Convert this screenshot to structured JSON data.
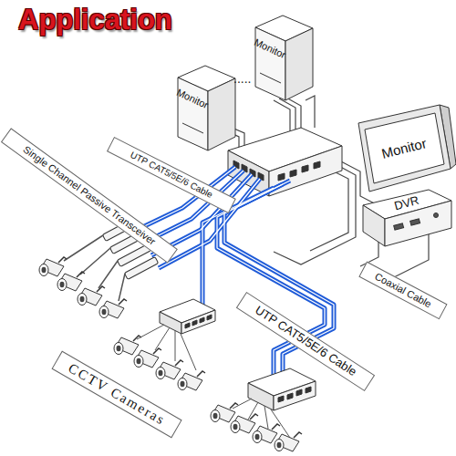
{
  "diagram": {
    "title": "Application",
    "nodes": [
      {
        "text": [
          "Monitor"
        ]
      },
      {
        "text": [
          "Monitor"
        ]
      },
      {
        "text": [
          "Monitor"
        ]
      },
      {
        "text": [
          "DVR"
        ]
      },
      {
        "text": [
          "UTP CAT5/5E/6 Cable"
        ]
      },
      {
        "text": [
          "Single Channel Passive Transceiver"
        ]
      },
      {
        "text": [
          "UTP CAT5/5E/6 Cable"
        ]
      },
      {
        "text": [
          "Coaxial Cable"
        ]
      },
      {
        "text": [
          "CCTV Cameras"
        ]
      }
    ],
    "labels": [
      "....."
    ]
  }
}
